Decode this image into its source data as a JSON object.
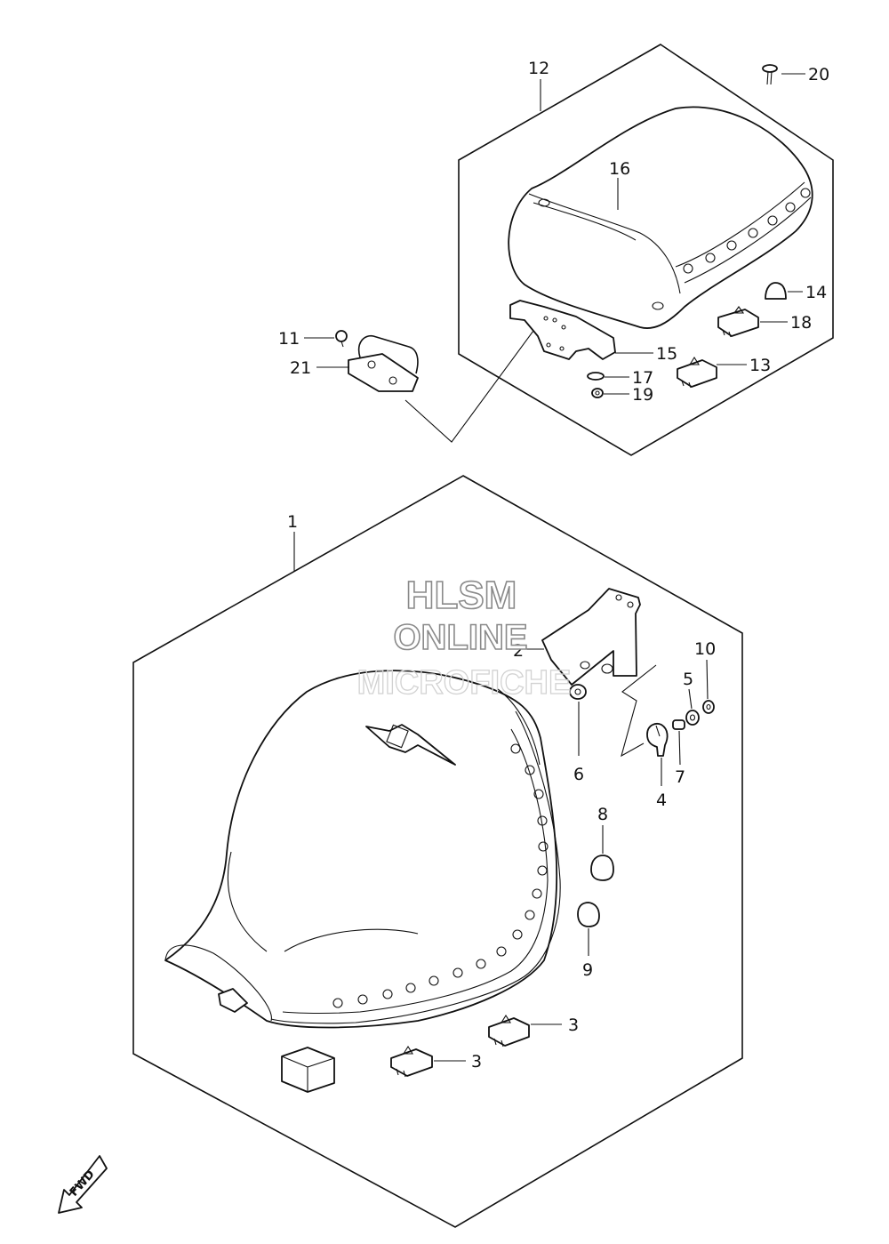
{
  "watermark": {
    "line1": "HLSM",
    "line2": "ONLINE",
    "line3": "MICROFICHE"
  },
  "fwd_label": "FWD",
  "callouts": [
    {
      "id": "1",
      "label": "1"
    },
    {
      "id": "2",
      "label": "2"
    },
    {
      "id": "3a",
      "label": "3"
    },
    {
      "id": "3b",
      "label": "3"
    },
    {
      "id": "4",
      "label": "4"
    },
    {
      "id": "5",
      "label": "5"
    },
    {
      "id": "6",
      "label": "6"
    },
    {
      "id": "7",
      "label": "7"
    },
    {
      "id": "8",
      "label": "8"
    },
    {
      "id": "9",
      "label": "9"
    },
    {
      "id": "10",
      "label": "10"
    },
    {
      "id": "11",
      "label": "11"
    },
    {
      "id": "12",
      "label": "12"
    },
    {
      "id": "13",
      "label": "13"
    },
    {
      "id": "14",
      "label": "14"
    },
    {
      "id": "15",
      "label": "15"
    },
    {
      "id": "16",
      "label": "16"
    },
    {
      "id": "17",
      "label": "17"
    },
    {
      "id": "18",
      "label": "18"
    },
    {
      "id": "19",
      "label": "19"
    },
    {
      "id": "20",
      "label": "20"
    },
    {
      "id": "21",
      "label": "21"
    }
  ]
}
